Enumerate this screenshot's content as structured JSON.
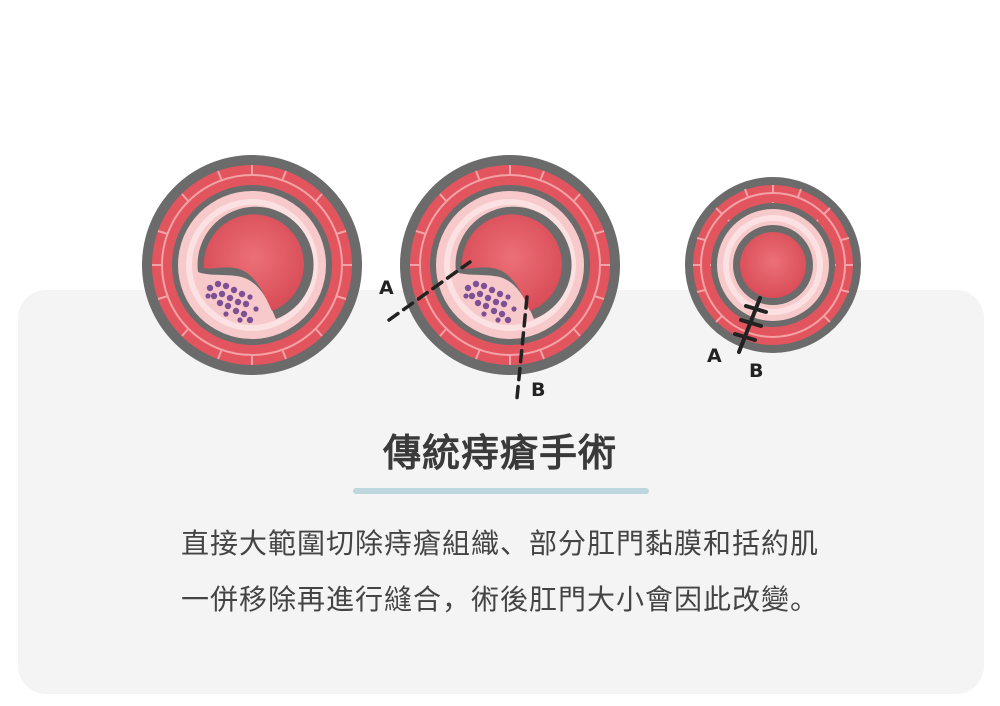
{
  "title": "傳統痔瘡手術",
  "description": [
    "直接大範圍切除痔瘡組織、部分肛門黏膜和括約肌",
    "一併移除再進行縫合，術後肛門大小會因此改變。"
  ],
  "cut_labels": {
    "a": "A",
    "b": "B"
  },
  "colors": {
    "outer_ring": "#6b6b6b",
    "muscle": "#e2555e",
    "muscle_line": "#f3a2a6",
    "mucosa_light": "#f7c9ca",
    "lumen": "#e05a63",
    "hemorrhoid": "#7d4f95",
    "cut_line": "#222222",
    "title_underline": "#bcd7dd",
    "card_background": "#f4f4f4"
  }
}
